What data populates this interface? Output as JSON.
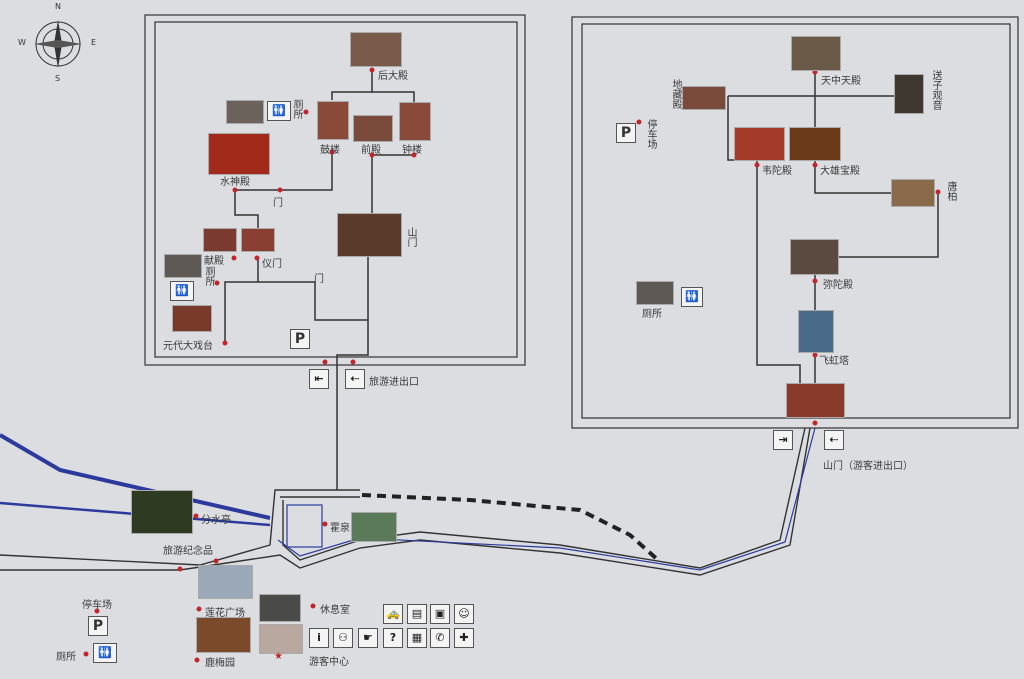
{
  "compass": {
    "n": "N",
    "s": "S",
    "e": "E",
    "w": "W"
  },
  "left_site": {
    "hou_da_dian": "后大殿",
    "toilet": "厕所",
    "gu_lou": "鼓楼",
    "qian_dian": "前殿",
    "zhong_lou": "钟楼",
    "shui_shen_dian": "水神殿",
    "men1": "门",
    "xian_dian": "献殿",
    "yi_men": "仪门",
    "toilet2": "厕所",
    "men2": "门",
    "yuan_dai_da_xi_tai": "元代大戏台",
    "shan_men": "山门",
    "parking": "P",
    "exit_label": "旅游进出口"
  },
  "right_site": {
    "tian_zhong_tian_dian": "天中天殿",
    "di_zang_dian": "地藏殿",
    "song_zi_guan_yin": "送子观音",
    "parking": "P",
    "parking_label": "停车场",
    "wei_tuo_dian": "韦陀殿",
    "da_xiong_bao_dian": "大雄宝殿",
    "tang_bai": "唐柏",
    "mi_tuo_dian": "弥陀殿",
    "toilet": "厕所",
    "fei_hong_ta": "飞虹塔",
    "shan_men_exit": "山门（游客进出口）"
  },
  "bottom": {
    "fen_shui_ting": "分水亭",
    "souvenirs": "旅游纪念品",
    "huo_quan": "霍泉",
    "parking_label": "停车场",
    "parking": "P",
    "toilet": "厕所",
    "lian_hua_square": "莲花广场",
    "lu_mei_yuan": "鹿梅园",
    "rest_room": "休息室",
    "visitor_center": "游客中心",
    "star": "★"
  },
  "service_icons": [
    "taxi-icon",
    "ticket-desk-icon",
    "luggage-icon",
    "staff-icon",
    "info-icon",
    "reception-icon",
    "guide-icon",
    "help-icon",
    "lockers-icon",
    "phone-icon",
    "first-aid-icon"
  ],
  "service_glyphs": [
    "🚕",
    "▤",
    "▣",
    "☺",
    "i",
    "⚇",
    "☛",
    "?",
    "▦",
    "✆",
    "✚"
  ],
  "colors": {
    "route": "#333333",
    "arrow": "#c0272d",
    "river": "#2b3a9c",
    "background": "#dcdde1"
  }
}
